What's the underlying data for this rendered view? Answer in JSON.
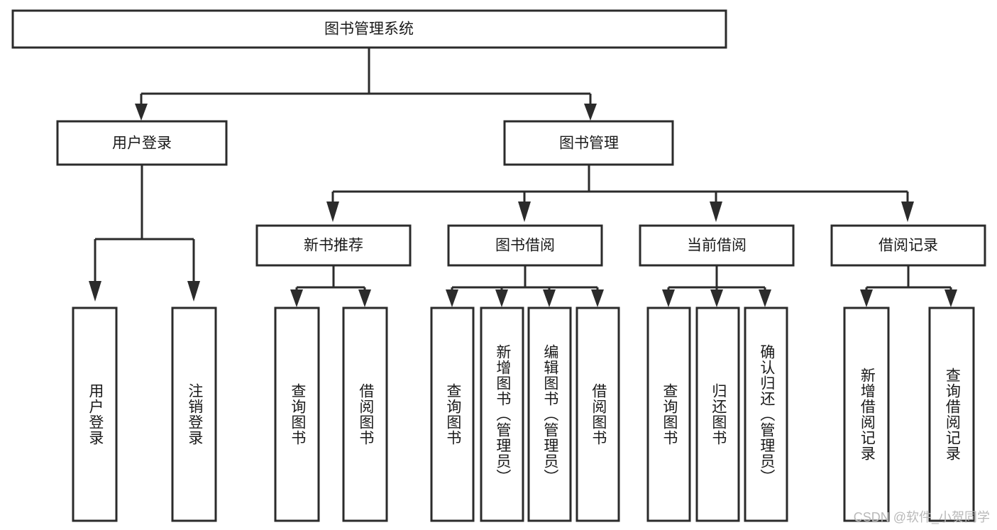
{
  "diagram": {
    "type": "tree",
    "title": "图书管理系统",
    "orientation": "top-down",
    "colors": {
      "box_stroke": "#2b2b2b",
      "box_fill": "#ffffff",
      "connector": "#2b2b2b",
      "text": "#1a1a1a",
      "watermark": "#b9b9b9",
      "background": "#ffffff"
    },
    "root": {
      "label": "图书管理系统"
    },
    "level2": [
      {
        "label": "用户登录"
      },
      {
        "label": "图书管理"
      }
    ],
    "level3": [
      {
        "label": "新书推荐"
      },
      {
        "label": "图书借阅"
      },
      {
        "label": "当前借阅"
      },
      {
        "label": "借阅记录"
      }
    ],
    "leaves": {
      "user_login": [
        {
          "label": "用户登录"
        },
        {
          "label": "注销登录"
        }
      ],
      "new_book": [
        {
          "label": "查询图书"
        },
        {
          "label": "借阅图书"
        }
      ],
      "book_borrow": [
        {
          "label": "查询图书"
        },
        {
          "label": "新增图书（管理员）"
        },
        {
          "label": "编辑图书（管理员）"
        },
        {
          "label": "借阅图书"
        }
      ],
      "current_borrow": [
        {
          "label": "查询图书"
        },
        {
          "label": "归还图书"
        },
        {
          "label": "确认归还（管理员）"
        }
      ],
      "borrow_record": [
        {
          "label": "新增借阅记录"
        },
        {
          "label": "查询借阅记录"
        }
      ]
    }
  },
  "watermark": {
    "text": "CSDN @软件_小贺同学"
  }
}
